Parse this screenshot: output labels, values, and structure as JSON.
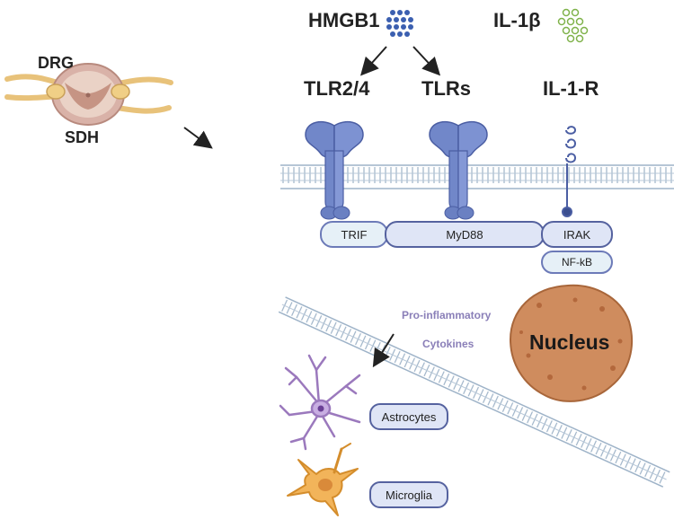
{
  "labels": {
    "drg": "DRG",
    "sdh": "SDH",
    "hmgb1": "HMGB1",
    "il1b": "IL-1β",
    "tlr24": "TLR2/4",
    "tlrs": "TLRs",
    "il1r": "IL-1-R",
    "trif": "TRIF",
    "myd88": "MyD88",
    "irak": "IRAK",
    "nfkb": "NF-kB",
    "nucleus": "Nucleus",
    "pro_inflammatory": "Pro-inflammatory",
    "cytokines": "Cytokines",
    "astrocytes": "Astrocytes",
    "microglia": "Microglia"
  },
  "colors": {
    "membrane": "#9eb3c8",
    "receptor": "#7187c9",
    "receptor_dark": "#4b5ea3",
    "nucleus": "#cf8c5e",
    "nucleus_spot": "#b3683c",
    "astrocyte": "#9b79bd",
    "microglia": "#f2b45a",
    "hmgb1_dots": "#3b5fb0",
    "il1b_dots": "#7fb24a"
  }
}
